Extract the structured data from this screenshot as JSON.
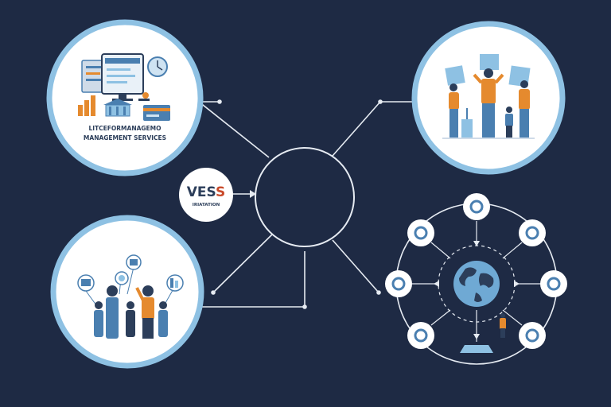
{
  "colors": {
    "background": "#1e2a44",
    "ring": "#8ec1e3",
    "line": "#e6ebf2",
    "accent_blue": "#4a7fb0",
    "accent_orange": "#e58a2e",
    "accent_red": "#c94a2a",
    "navy": "#2c3e5a"
  },
  "logo": {
    "title_a": "VES",
    "title_b": "S",
    "subtitle": "IRIATATION"
  },
  "panels": {
    "top_left": {
      "line1": "LITCEFORMANAGEMO",
      "line2": "MANAGEMENT SERVICES"
    }
  },
  "icons": {
    "hub": "empty-circle-hub",
    "top_left": "office-dashboard-icon",
    "top_right": "team-collaboration-icon",
    "bottom_left": "community-people-icon",
    "bottom_right": "globe-network-icon"
  }
}
